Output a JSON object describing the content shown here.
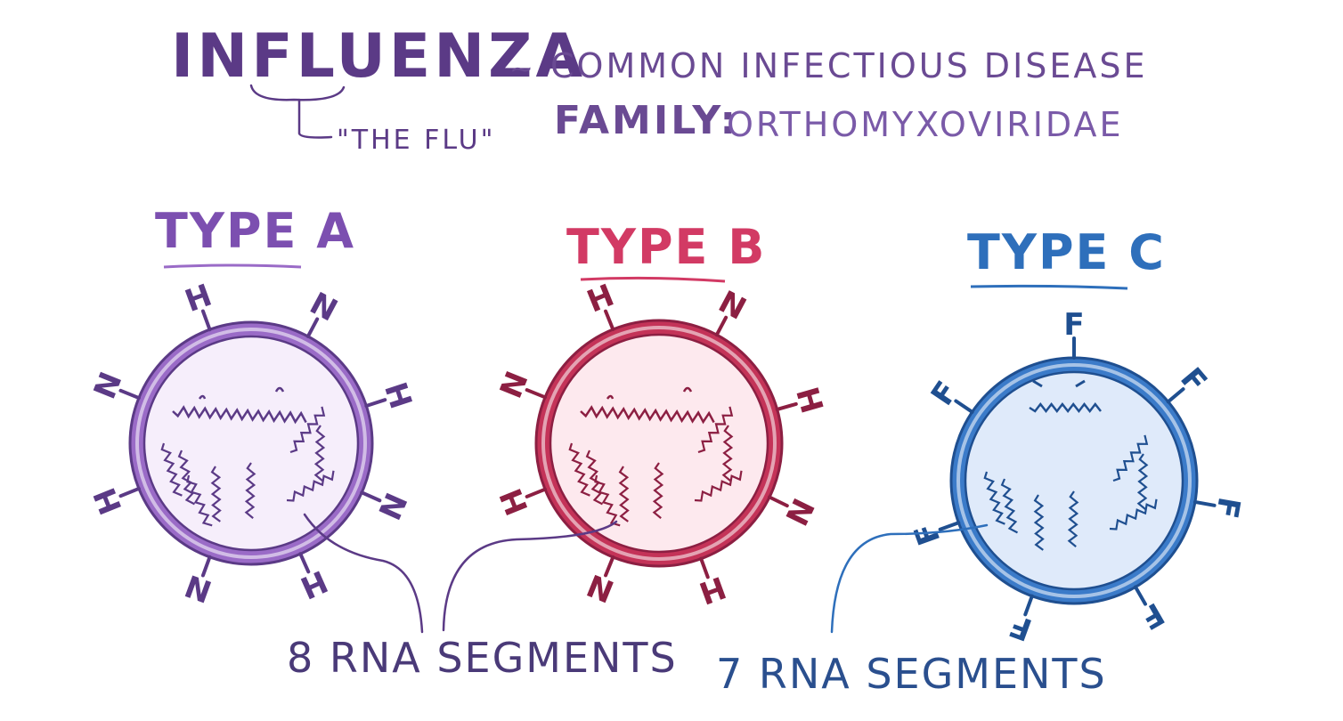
{
  "header": {
    "title": "Influenza",
    "tilde": "~",
    "description": "Common infectious disease",
    "nickname": "\"The Flu\"",
    "family_label": "Family:",
    "family_value": "Orthomyxoviridae"
  },
  "types": [
    {
      "label": "Type A",
      "color": "#7c4fb0",
      "fill": "#f6eefb",
      "ring": "#9a6bc7",
      "spikes": [
        "H",
        "N",
        "H",
        "N",
        "H",
        "N",
        "H",
        "N"
      ]
    },
    {
      "label": "Type B",
      "color": "#d23a64",
      "fill": "#fde9ee",
      "ring": "#c43358",
      "spikes": [
        "H",
        "N",
        "H",
        "N",
        "H",
        "N",
        "H",
        "N"
      ]
    },
    {
      "label": "Type C",
      "color": "#2e6fbb",
      "fill": "#dfeafa",
      "ring": "#3b7bc9",
      "spikes": [
        "F",
        "F",
        "F",
        "F",
        "F",
        "F",
        "F"
      ]
    }
  ],
  "segments": {
    "ab": "8 RNA segments",
    "c": "7 RNA segments"
  }
}
